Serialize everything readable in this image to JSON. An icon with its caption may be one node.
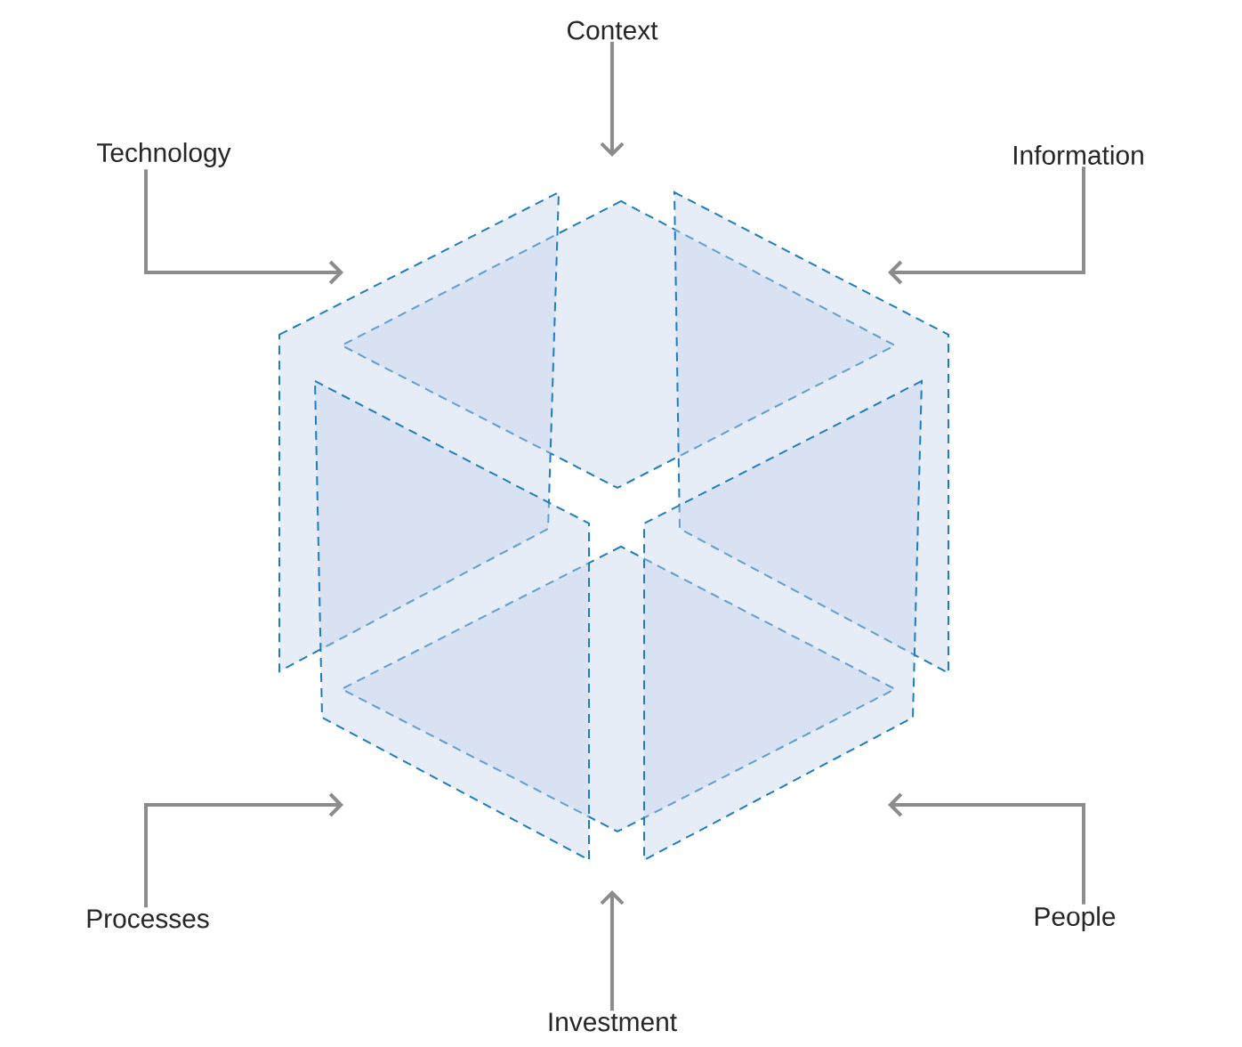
{
  "diagram": {
    "nodes": [
      {
        "text": [
          "Context"
        ]
      },
      {
        "text": [
          "Technology"
        ]
      },
      {
        "text": [
          "Information"
        ]
      },
      {
        "text": [
          "Processes"
        ]
      },
      {
        "text": [
          "People"
        ]
      },
      {
        "text": [
          "Investment"
        ]
      },
      {
        "text": [],
        "shape": "picture"
      }
    ],
    "edges": [
      {
        "from": 0,
        "to": 6,
        "arrow": "to"
      },
      {
        "from": 1,
        "to": 6,
        "arrow": "to"
      },
      {
        "from": 2,
        "to": 6,
        "arrow": "to"
      },
      {
        "from": 3,
        "to": 6,
        "arrow": "to"
      },
      {
        "from": 4,
        "to": 6,
        "arrow": "to"
      },
      {
        "from": 5,
        "to": 6,
        "arrow": "to"
      }
    ]
  }
}
